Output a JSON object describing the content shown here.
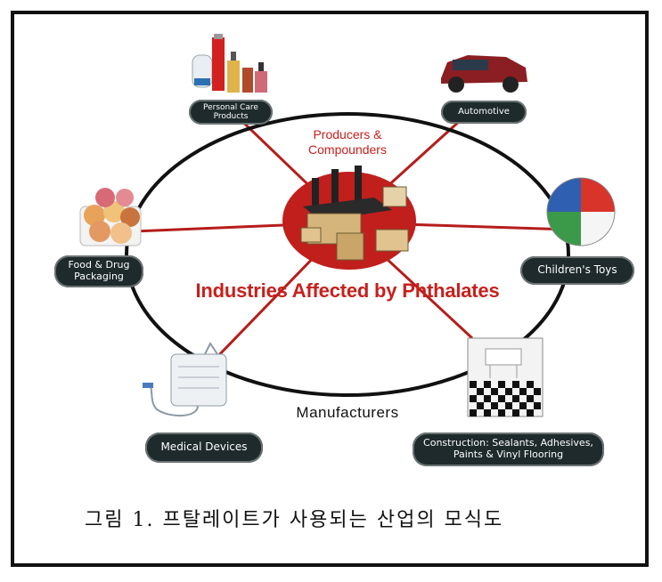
{
  "diagram": {
    "center_label": "Producers & Compounders",
    "title": "Industries Affected by Phthalates",
    "ring_label": "Manufacturers",
    "nodes": [
      {
        "id": "personal-care",
        "label": "Personal Care Products"
      },
      {
        "id": "automotive",
        "label": "Automotive"
      },
      {
        "id": "food-drug",
        "label": "Food & Drug Packaging"
      },
      {
        "id": "childrens-toys",
        "label": "Children's Toys"
      },
      {
        "id": "medical",
        "label": "Medical Devices"
      },
      {
        "id": "construction",
        "label": "Construction: Sealants, Adhesives, Paints & Vinyl Flooring"
      }
    ]
  },
  "caption": "그림 1. 프탈레이트가 사용되는 산업의 모식도",
  "colors": {
    "accent_red": "#c8201c",
    "pill_dark": "#1e2a2c",
    "ring": "#111111"
  }
}
